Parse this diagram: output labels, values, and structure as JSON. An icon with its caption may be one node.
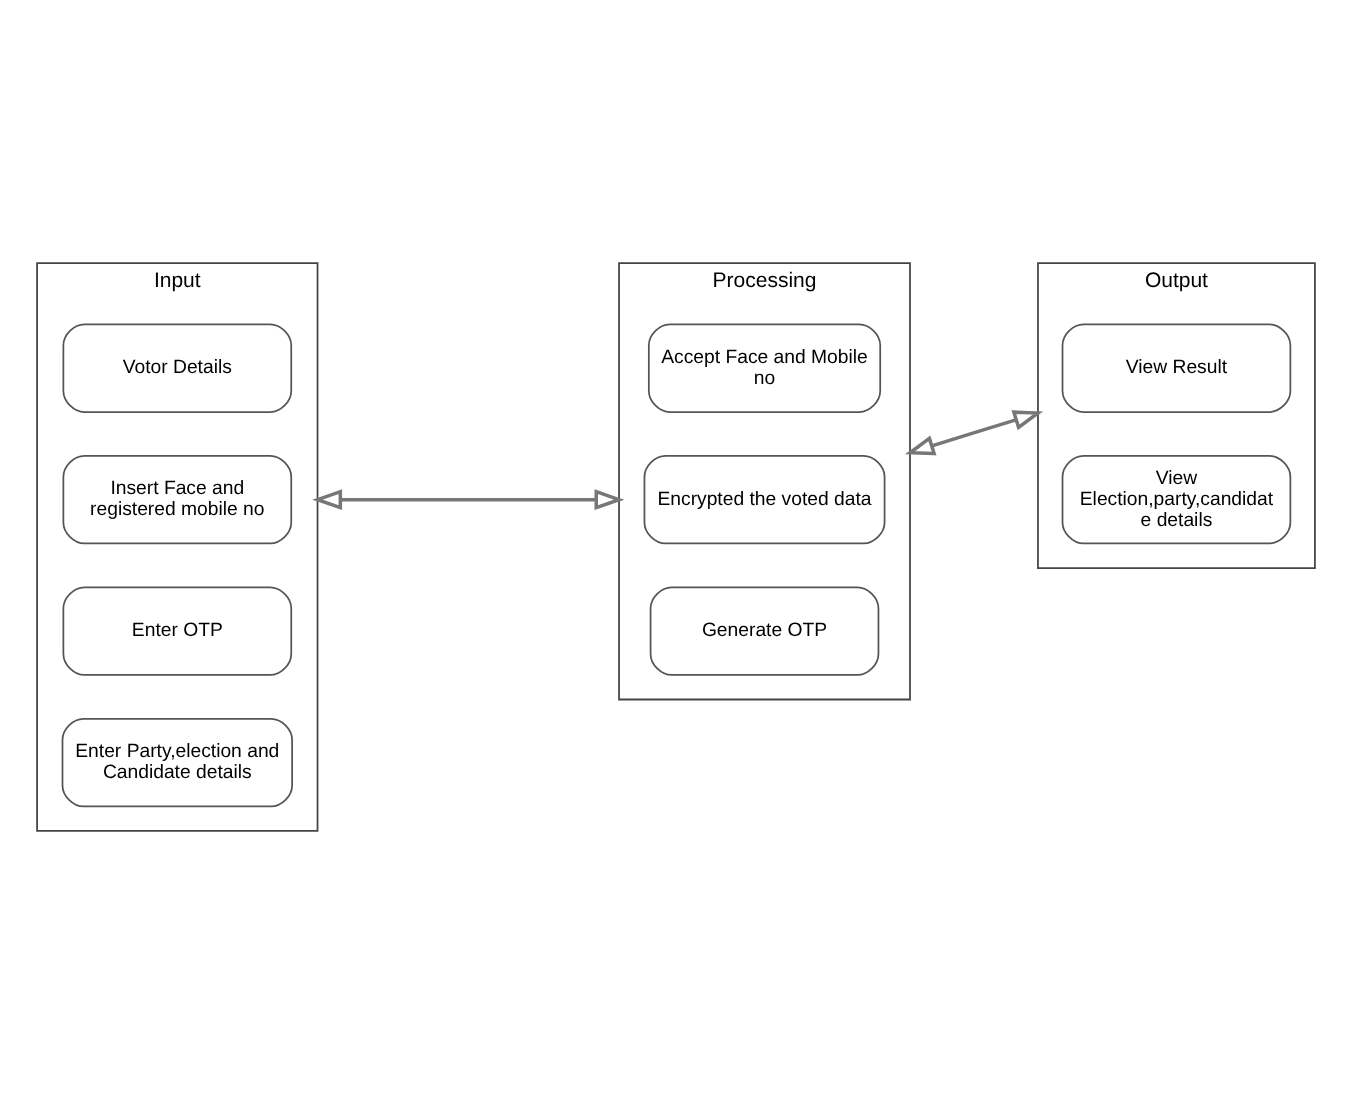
{
  "diagram": {
    "nodes": [
      {
        "text": [
          "Input"
        ]
      },
      {
        "text": [
          "Votor Details"
        ],
        "in": 0
      },
      {
        "text": [
          "Insert Face and registered mobile no"
        ],
        "in": 0
      },
      {
        "text": [
          "Enter OTP"
        ],
        "in": 0
      },
      {
        "text": [
          "Enter Party,election and Candidate details"
        ],
        "in": 0
      },
      {
        "text": [
          "Processing"
        ]
      },
      {
        "text": [
          "Accept Face and Mobile no"
        ],
        "in": 5
      },
      {
        "text": [
          "Encrypted the voted data"
        ],
        "in": 5
      },
      {
        "text": [
          "Generate OTP"
        ],
        "in": 5
      },
      {
        "text": [
          "Output"
        ]
      },
      {
        "text": [
          "View Result"
        ],
        "in": 9
      },
      {
        "text": [
          "View Election,party,candidat e details"
        ],
        "in": 9
      }
    ],
    "edges": [
      {
        "from": 0,
        "to": 5,
        "arrow": "both"
      },
      {
        "from": 5,
        "to": 9,
        "arrow": "both"
      }
    ]
  }
}
